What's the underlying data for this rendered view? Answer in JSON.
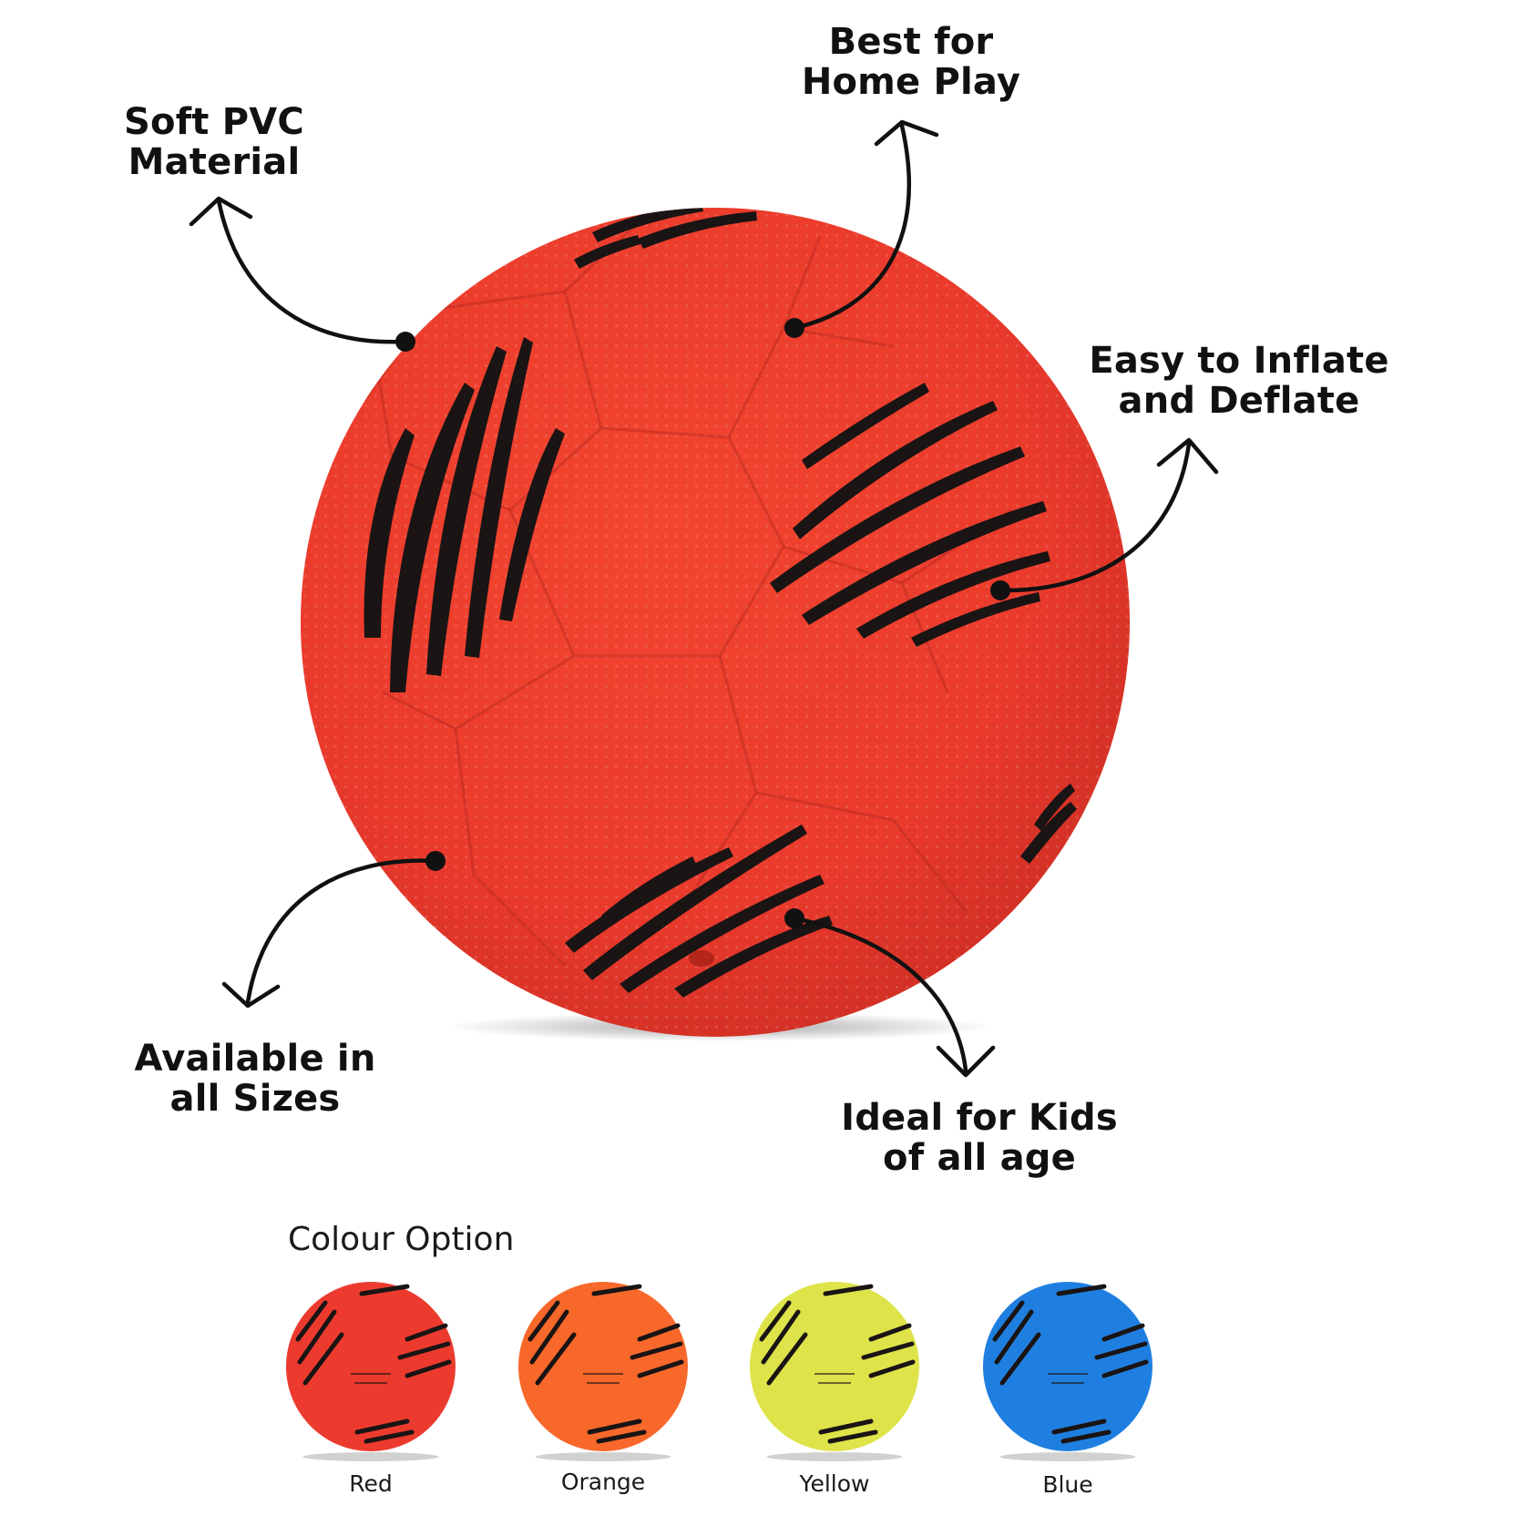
{
  "features": [
    {
      "id": "soft-pvc",
      "lines": [
        "Soft PVC",
        "Material"
      ]
    },
    {
      "id": "home-play",
      "lines": [
        "Best for",
        "Home Play"
      ]
    },
    {
      "id": "inflate",
      "lines": [
        "Easy to Inflate",
        "and Deflate"
      ]
    },
    {
      "id": "sizes",
      "lines": [
        "Available in",
        "all Sizes"
      ]
    },
    {
      "id": "kids",
      "lines": [
        "Ideal for Kids",
        "of all age"
      ]
    }
  ],
  "colour_option": {
    "heading": "Colour Option",
    "options": [
      {
        "label": "Red",
        "color": "#ec3b2e"
      },
      {
        "label": "Orange",
        "color": "#f8682a"
      },
      {
        "label": "Yellow",
        "color": "#dfe34a"
      },
      {
        "label": "Blue",
        "color": "#1f7fe0"
      }
    ]
  },
  "main_ball": {
    "color": "#ee3e30",
    "stripe_color": "#1a1414"
  },
  "icons": {
    "arrow": "curved-arrow-icon",
    "dot": "pointer-dot-icon"
  }
}
